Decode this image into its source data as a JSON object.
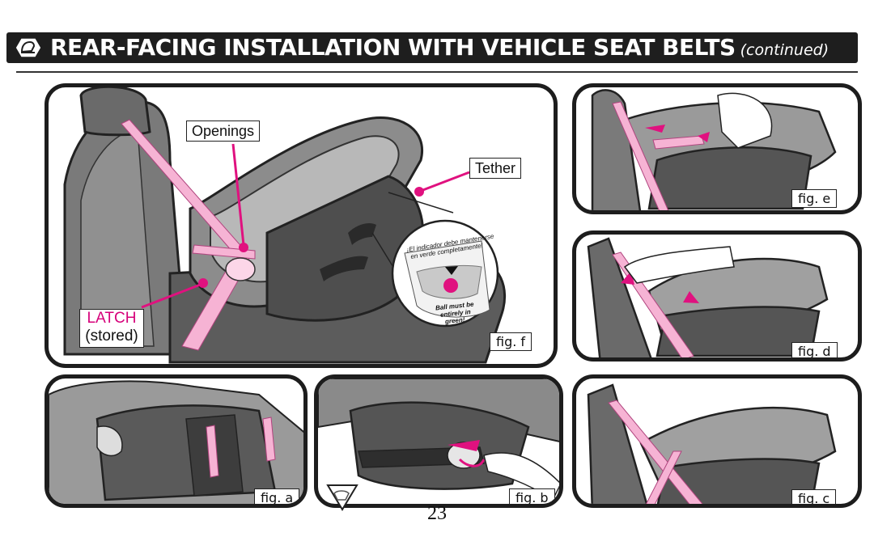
{
  "header": {
    "title": "REAR-FACING INSTALLATION WITH VEHICLE SEAT BELTS",
    "subtitle": "(continued)",
    "icon": "car-seat-icon"
  },
  "main_figure": {
    "callouts": {
      "openings": "Openings",
      "tether": "Tether",
      "latch_line1": "LATCH",
      "latch_line2": "(stored)"
    },
    "inset": {
      "spanish_line1": "¡El indicador debe mantenerse",
      "spanish_line2": "en verde completamente!",
      "english_line1": "Ball must be",
      "english_line2": "entirely in",
      "english_line3": "green!"
    },
    "fig_label": "fig. f"
  },
  "figures": {
    "e": "fig. e",
    "d": "fig. d",
    "a": "fig. a",
    "b": "fig. b",
    "c": "fig. c"
  },
  "page_number": "23",
  "colors": {
    "accent_pink": "#e0117f",
    "strap_pink": "#f6b3d4",
    "seat_dark": "#5a5a5a",
    "seat_mid": "#8a8a8a",
    "seat_light": "#b9b9b9"
  }
}
